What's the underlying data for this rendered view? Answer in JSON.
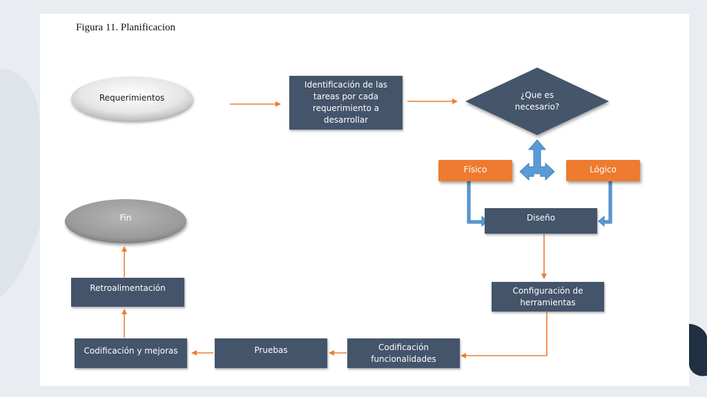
{
  "caption": "Figura 11. Planificacion",
  "nodes": {
    "requerimientos": "Requerimientos",
    "identificacion": "Identificación de las tareas por cada requerimiento a desarrollar",
    "que_es_necesario": "¿Que es necesario?",
    "fisico": "Físico",
    "logico": "Lógico",
    "diseno": "Diseño",
    "configuracion": "Configuración de herramientas",
    "codificacion_funcionalidades": "Codificación funcionalidades",
    "pruebas": "Pruebas",
    "codificacion_mejoras": "Codificación y mejoras",
    "retroalimentacion": "Retroalimentación",
    "fin": "Fin"
  },
  "colors": {
    "box": "#44546a",
    "orange": "#ee7b30",
    "arrow": "#ed7d31",
    "blue_arrow": "#5b9bd5"
  }
}
